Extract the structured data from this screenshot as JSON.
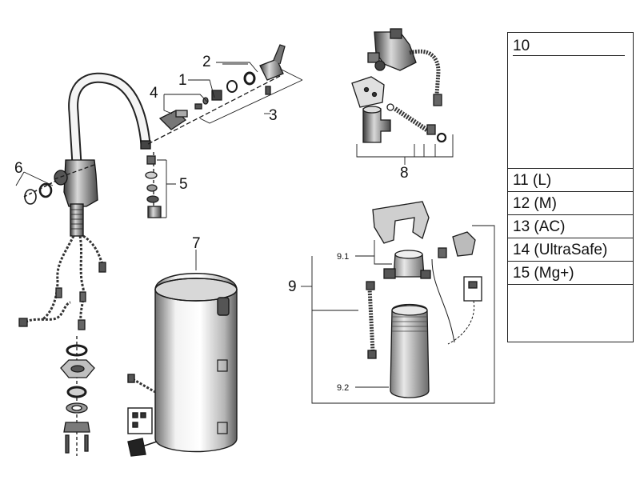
{
  "callouts": {
    "c1": "1",
    "c2": "2",
    "c3": "3",
    "c4": "4",
    "c5": "5",
    "c6": "6",
    "c7": "7",
    "c8": "8",
    "c9": "9",
    "c9_1": "9.1",
    "c9_2": "9.2"
  },
  "parts_table": {
    "header": "10",
    "rows": [
      "11 (L)",
      "12 (M)",
      "13 (AC)",
      "14 (UltraSafe)",
      "15 (Mg+)"
    ]
  },
  "colors": {
    "line": "#1a1a1a",
    "shade_dark": "#5a5a5a",
    "shade_mid": "#a0a0a0",
    "shade_light": "#e6e6e6"
  }
}
